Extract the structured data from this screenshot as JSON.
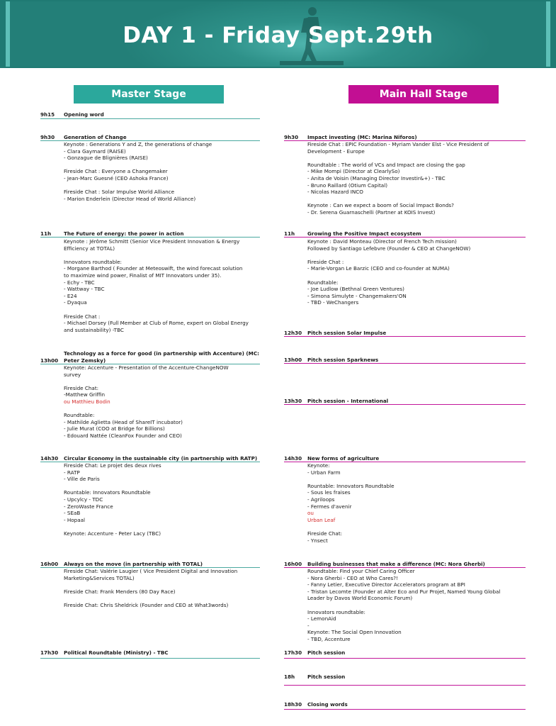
{
  "header": {
    "title": "DAY 1 - Friday Sept.29th"
  },
  "stages": {
    "master": "Master Stage",
    "main": "Main Hall Stage"
  },
  "master": [
    {
      "time": "9h15",
      "title": "Opening word",
      "lines": []
    },
    {
      "time": "9h30",
      "title": "Generation of Change",
      "lines": [
        "Keynote : Generations Y and Z, the generations of change",
        "- Clara Gaymard (RAISE)",
        "- Gonzague de Blignières (RAISE)",
        "",
        "Fireside Chat : Everyone a Changemaker",
        "- Jean-Marc Guesné (CEO Ashoka France)",
        "",
        "Fireside Chat : Solar Impulse World Alliance",
        "- Marion Enderlein (Director Head of World Alliance)"
      ]
    },
    {
      "time": "11h",
      "title": "The Future of energy: the power in action",
      "lines": [
        "Keynote : Jérôme Schmitt (Senior Vice President Innovation & Energy",
        "Efficiency at TOTAL)",
        "",
        "Innovators roundtable:",
        "- Morgane Barthod ( Founder at Meteoswift, the wind forecast solution",
        "to maximize wind power, Finalist of MIT Innovators under 35).",
        "- Echy - TBC",
        "- Wattway - TBC",
        "- E24",
        "- Dyaqua",
        "",
        "Fireside Chat :",
        "- Michael Dorsey (Full Member at Club of Rome, expert on Global Energy",
        "and sustainability) -TBC"
      ]
    },
    {
      "time": "13h00",
      "title": "Technology as a force for good (in partnership with Accenture) (MC:",
      "title2": "Peter Zemsky)",
      "lines": [
        "Keynote: Accenture - Presentation of the Accenture-ChangeNOW",
        "survey",
        "",
        "Fireside Chat:",
        "-Matthew Griffin",
        "ou Matthieu Bodin",
        "",
        "Roundtable:",
        "- Mathilde Aglietta (Head of ShareIT incubator)",
        "- Julie Murat (COO at Bridge for Billions)",
        "- Edouard Nattée (CleanFox Founder and CEO)"
      ]
    },
    {
      "time": "14h30",
      "title": "Circular Economy in the sustainable city (in partnership with RATP)",
      "lines": [
        "Fireside Chat: Le projet des deux rives",
        "- RATP",
        "- Ville de Paris",
        "",
        "Rountable: Innovators Roundtable",
        "- Upcylcy - TDC",
        "- ZeroWaste France",
        "- SEaB",
        "- Hopaal",
        "",
        "Keynote: Accenture - Peter Lacy (TBC)"
      ]
    },
    {
      "time": "16h00",
      "title": "Always on the move (in partnership with TOTAL)",
      "lines": [
        "Fireside Chat: Valérie Laugier ( Vice President Digital and Innovation",
        "Marketing&Services TOTAL)",
        "",
        "Fireside Chat: Frank Menders (80 Day Race)",
        "",
        "Fireside Chat: Chris Sheldrick (Founder and CEO at What3words)"
      ]
    },
    {
      "time": "17h30",
      "title": "Political Roundtable (Ministry) - TBC",
      "lines": []
    }
  ],
  "main": [
    {
      "time": "9h30",
      "title": "Impact investing (MC: Marina Niforos)",
      "lines": [
        "Fireside Chat : EPIC Foundation - Myriam Vander Elst -  Vice President of",
        "Development - Europe",
        "",
        "Roundtable : The world of VCs and Impact are closing the gap",
        "- Mike Mompi (Director at ClearlySo)",
        "- Anita de Voisin (Managing Director Investir&+) - TBC",
        "- Bruno Raillard (Otium Capital)",
        "- Nicolas Hazard INCO",
        "",
        "Keynote : Can we expect a boom of Social Impact Bonds?",
        "- Dr. Serena Guarnaschelli (Partner at KOIS Invest)"
      ]
    },
    {
      "time": "11h",
      "title": "Growing the Positive Impact ecosystem",
      "lines": [
        "Keynote :  David Monteau (Director of French Tech mission)",
        "Followed by Santiago Lefebvre (Founder & CEO at ChangeNOW)",
        "",
        "Fireside Chat :",
        "- Marie-Vorgan Le Barzic (CEO and co-founder at NUMA)",
        "",
        "Roundtable:",
        "-  Joe Ludlow (Bethnal Green Ventures)",
        "- Simona Simulyte - Changemakers'ON",
        "- TBD - WeChangers"
      ]
    },
    {
      "time": "12h30",
      "title": "Pitch session Solar Impulse",
      "lines": []
    },
    {
      "time": "13h00",
      "title": " Pitch session Sparknews",
      "lines": []
    },
    {
      "time": "13h30",
      "title": " Pitch session - International",
      "lines": []
    },
    {
      "time": "14h30",
      "title": "New forms of agriculture",
      "lines": [
        "Keynote:",
        "- Urban Farm",
        "",
        "Rountable: Innovators Roundtable",
        "- Sous les fraises",
        "- Agriloops",
        "- Fermes d'avenir",
        "ou",
        "Urban Leaf",
        "",
        "Fireside Chat:",
        "- Ynsect"
      ]
    },
    {
      "time": "16h00",
      "title": "Building businesses that make a difference (MC: Nora Gherbi)",
      "lines": [
        "Roundtable: Find your Chief Caring Officer",
        "- Nora Gherbi - CEO at Who Cares?!",
        "- Fanny Letier, Executive Director  Accelerators program at  BPI",
        "- Tristan Lecomte (Founder at Alter Eco and Pur Projet, Named Young Global",
        "Leader by Davos World Economic Forum)",
        "",
        "Innovators roundtable:",
        "- LemonAid",
        "-",
        "Keynote: The Social Open Innovation",
        "- TBD, Accenture"
      ]
    },
    {
      "time": "17h30",
      "title": "Pitch session",
      "lines": []
    },
    {
      "time": "18h",
      "title": "Pitch session",
      "lines": []
    },
    {
      "time": "18h30",
      "title": "Closing words",
      "lines": []
    }
  ],
  "colors": {
    "teal": "#2ba89c",
    "magenta": "#c20f93",
    "red": "#d42b2b"
  }
}
